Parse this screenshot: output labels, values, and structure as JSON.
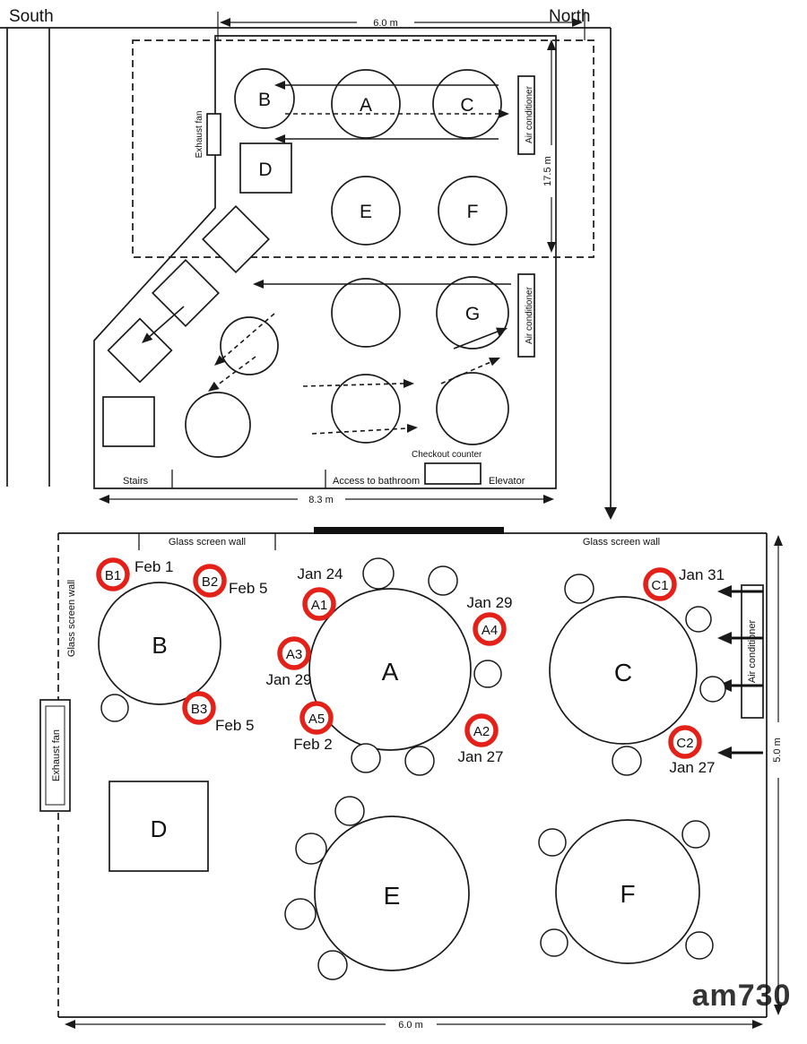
{
  "header": {
    "south": "South",
    "north": "North"
  },
  "dimensions": {
    "top_width": "6.0 m",
    "hall_depth": "17.5 m",
    "hall_width": "8.3 m",
    "detail_width": "6.0 m",
    "detail_depth": "5.0 m"
  },
  "equipment": {
    "exhaust_fan": "Exhaust fan",
    "air_conditioner": "Air conditioner"
  },
  "top_plan": {
    "tables": {
      "a": "A",
      "b": "B",
      "c": "C",
      "d": "D",
      "e": "E",
      "f": "F",
      "g": "G"
    },
    "bottom_labels": {
      "stairs": "Stairs",
      "access_bathroom": "Access to bathroom",
      "checkout_counter": "Checkout counter",
      "elevator": "Elevator"
    }
  },
  "detail_plan": {
    "glass_screen_wall": "Glass screen wall",
    "tables": {
      "a": "A",
      "b": "B",
      "c": "C",
      "d": "D",
      "e": "E",
      "f": "F"
    },
    "cases": [
      {
        "id": "B1",
        "date": "Feb 1",
        "index_case": false
      },
      {
        "id": "B2",
        "date": "Feb 5",
        "index_case": false
      },
      {
        "id": "B3",
        "date": "Feb 5",
        "index_case": false
      },
      {
        "id": "A1",
        "date": "Jan 24",
        "index_case": true
      },
      {
        "id": "A3",
        "date": "Jan 29",
        "index_case": false
      },
      {
        "id": "A5",
        "date": "Feb 2",
        "index_case": false
      },
      {
        "id": "A4",
        "date": "Jan 29",
        "index_case": false
      },
      {
        "id": "A2",
        "date": "Jan 27",
        "index_case": false
      },
      {
        "id": "C1",
        "date": "Jan 31",
        "index_case": false
      },
      {
        "id": "C2",
        "date": "Jan 27",
        "index_case": false
      }
    ]
  },
  "colors": {
    "case_ring": "#e32119",
    "index_case_fill": "#f5c242",
    "date_text": "#e32119",
    "watermark": "#969b9e"
  },
  "watermark": {
    "text": "am730"
  }
}
